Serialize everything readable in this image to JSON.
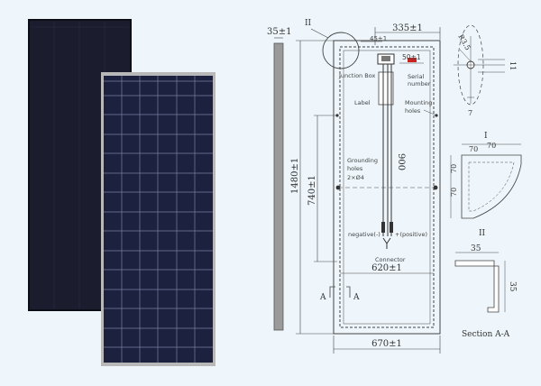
{
  "photo": {
    "panel_back_color": "#1b1c2e",
    "panel_front_color": "#1d2140",
    "frame_front_color": "#b8b8b8",
    "cell_line_color": "#8a8fb0"
  },
  "drawing": {
    "line_color": "#444444",
    "accent_red": "#cc2222",
    "thickness_label": "35±1",
    "detail_callout_label": "II",
    "top_width_label": "335±1",
    "offset_45_label": "45±1",
    "offset_50_label": "50±1",
    "junction_box_label": "Junction Box",
    "label_label": "Label",
    "serial_label_1": "Serial",
    "serial_label_2": "number",
    "mounting_label_1": "Mounting",
    "mounting_label_2": "holes",
    "cable_length_label": "900",
    "grounding_label_1": "Grounding",
    "grounding_label_2": "holes",
    "grounding_label_3": "2×Ø4",
    "negative_label": "negative(-)",
    "positive_label": "+(positive)",
    "connector_label": "Connector",
    "height_label": "1480±1",
    "mount_spacing_label": "740±1",
    "inner_width_label": "620±1",
    "width_label": "670±1",
    "section_marker_label": "A",
    "detail_I_radius_label": "R3.5",
    "detail_I_dim_11": "11",
    "detail_I_dim_7": "7",
    "detail_I_title": "I",
    "detail_II_dim_70a": "70",
    "detail_II_dim_70b": "70",
    "detail_II_dim_70c": "70",
    "detail_II_dim_70d": "70",
    "detail_II_title": "II",
    "section_dim_top": "35",
    "section_dim_side": "35",
    "section_title": "Section A-A"
  }
}
